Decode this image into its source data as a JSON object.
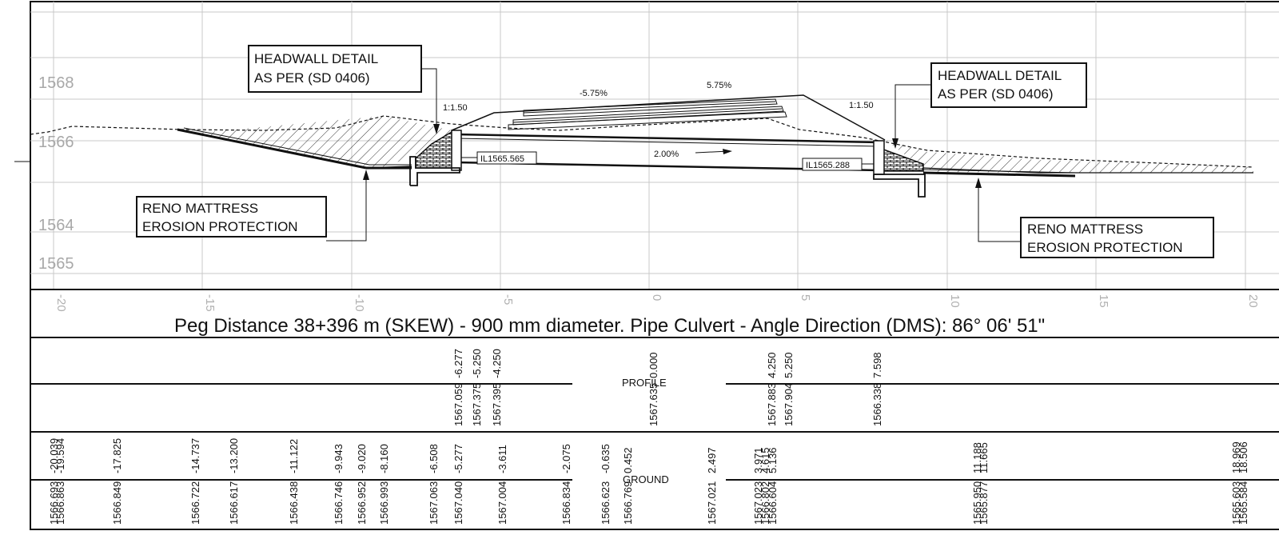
{
  "elevation_labels": [
    "1568",
    "1566",
    "1564",
    "1565"
  ],
  "offset_labels": [
    "-20",
    "-15",
    "-10",
    "-5",
    "0",
    "5",
    "10",
    "15",
    "20"
  ],
  "caption": "Peg Distance 38+396 m (SKEW) - 900 mm diameter. Pipe Culvert - Angle Direction (DMS): 86° 06' 51\"",
  "headwall_left": [
    "HEADWALL DETAIL",
    "AS PER (SD 0406)"
  ],
  "headwall_right": [
    "HEADWALL DETAIL",
    "AS PER (SD 0406)"
  ],
  "reno_left": [
    "RENO MATTRESS",
    "EROSION PROTECTION"
  ],
  "reno_right": [
    "RENO MATTRESS",
    "EROSION PROTECTION"
  ],
  "slope_left": "1:1.50",
  "slope_right": "1:1.50",
  "crossfall_left": "-5.75%",
  "crossfall_right": "5.75%",
  "pipe_grade": "2.00%",
  "invert_left": "IL1565.565",
  "invert_right": "IL1565.288",
  "profile_label": "PROFILE",
  "ground_label": "GROUND",
  "profile_offsets": [
    "-6.277",
    "-5.250",
    "-4.250",
    "0.000",
    "4.250",
    "5.250",
    "7.598"
  ],
  "profile_levels": [
    "1567.059",
    "1567.375",
    "1567.395",
    "1567.635",
    "1567.883",
    "1567.904",
    "1566.338"
  ],
  "ground_offsets": [
    "-20.039",
    "-19.594",
    "-17.825",
    "-14.737",
    "-13.200",
    "-11.122",
    "-9.943",
    "-9.020",
    "-8.160",
    "-6.508",
    "-5.277",
    "-3.611",
    "-2.075",
    "-0.635",
    "0.452",
    "2.497",
    "3.971",
    "4.615",
    "5.136",
    "11.188",
    "11.665",
    "18.969",
    "18.506"
  ],
  "ground_levels": [
    "1566.693",
    "1566.863",
    "1566.849",
    "1566.722",
    "1566.617",
    "1566.438",
    "1566.746",
    "1566.952",
    "1566.993",
    "1567.063",
    "1567.040",
    "1567.004",
    "1566.834",
    "1566.623",
    "1566.769",
    "1567.021",
    "1567.023",
    "1566.802",
    "1566.604",
    "1565.950",
    "1565.877",
    "1565.603",
    "1565.584"
  ]
}
